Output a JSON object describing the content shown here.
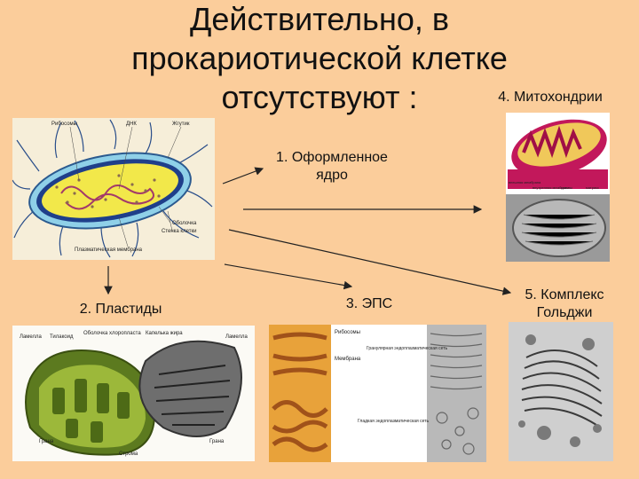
{
  "title": {
    "line1": "Действительно, в",
    "line2": "прокариотической клетке",
    "line3": "отсутствуют :"
  },
  "items": {
    "nucleus": "1. Оформленное ядро",
    "plastids": "2. Пластиды",
    "eps": "3. ЭПС",
    "mito": "4. Митохондрии",
    "golgi": "5. Комплекс Гольджи"
  },
  "bacteria_labels": {
    "ribosomes": "Рибосомы",
    "dna": "ДНК",
    "flagellum": "Жгутик",
    "capsule": "Оболочка",
    "wall": "Стенка клетки",
    "membrane": "Плазматическая мембрана"
  },
  "plastid_labels": {
    "lamella1": "Ламелла",
    "thylakoid": "Тилакоид",
    "envelope": "Оболочка хлоропласта",
    "droplet": "Капелька жира",
    "lamella2": "Ламелла",
    "grana1": "Грана",
    "stroma": "Строма",
    "grana2": "Грана"
  },
  "eps_labels": {
    "ribosomes": "Рибосомы",
    "membrane": "Мембрана",
    "rough": "Гранулярная эндоплазматическая сеть",
    "smooth": "Гладкая эндоплазматическая сеть"
  },
  "mito_labels": {
    "outer": "внешняя мембрана",
    "inner": "внутренняя мембрана",
    "cristae": "кристы",
    "matrix": "матрикс"
  }
}
